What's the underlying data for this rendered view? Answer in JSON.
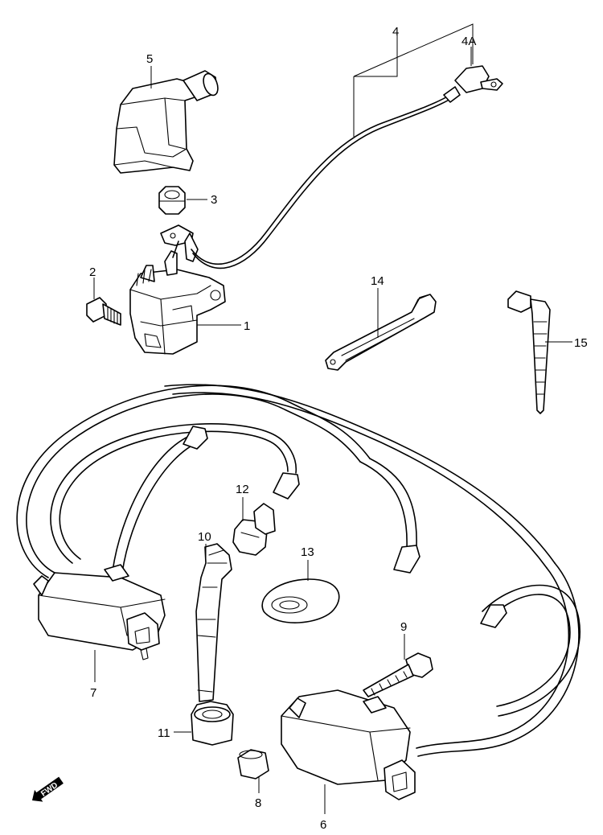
{
  "callouts": [
    {
      "id": "c1",
      "text": "1"
    },
    {
      "id": "c2",
      "text": "2"
    },
    {
      "id": "c3",
      "text": "3"
    },
    {
      "id": "c4",
      "text": "4"
    },
    {
      "id": "c4a",
      "text": "4A"
    },
    {
      "id": "c5",
      "text": "5"
    },
    {
      "id": "c6",
      "text": "6"
    },
    {
      "id": "c7",
      "text": "7"
    },
    {
      "id": "c8",
      "text": "8"
    },
    {
      "id": "c9",
      "text": "9"
    },
    {
      "id": "c10",
      "text": "10"
    },
    {
      "id": "c11",
      "text": "11"
    },
    {
      "id": "c12",
      "text": "12"
    },
    {
      "id": "c13",
      "text": "13"
    },
    {
      "id": "c14",
      "text": "14"
    },
    {
      "id": "c15",
      "text": "15"
    }
  ],
  "fwd_badge": {
    "text": "FWD",
    "icon": "fwd-arrow-icon"
  }
}
